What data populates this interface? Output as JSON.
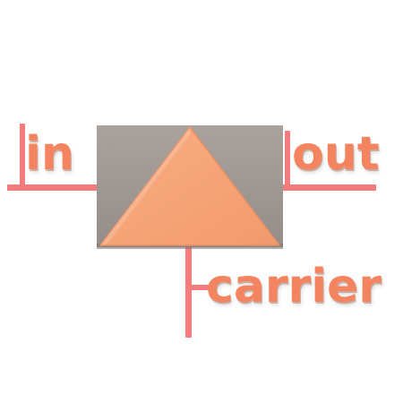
{
  "labels": {
    "input": "in",
    "output": "out",
    "carrier": "carrier"
  },
  "colors": {
    "wire": "#f47c7c",
    "label_text": "#f4845f",
    "box_body": "#a39b96",
    "box_shade": "#8f8883",
    "triangle": "#f7a377",
    "triangle_edge": "#e88f63"
  },
  "icons": {
    "block_symbol": "triangle-mixer-icon"
  }
}
